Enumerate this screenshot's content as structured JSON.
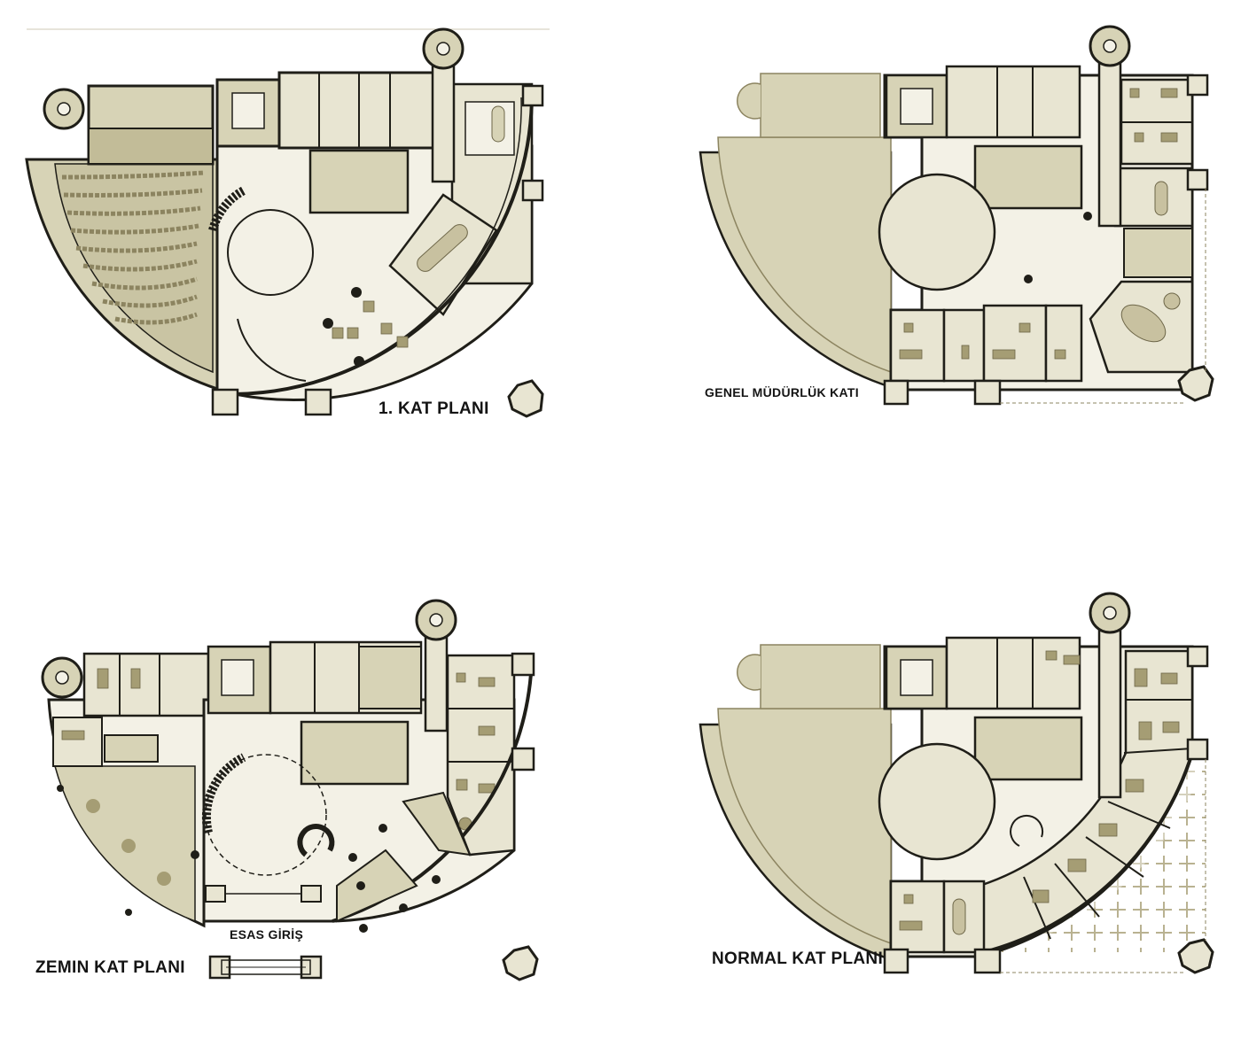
{
  "plans": [
    {
      "id": "first_floor",
      "label": "1.  KAT PLANI"
    },
    {
      "id": "general_management_floor",
      "label": "GENEL MÜDÜRLÜK KATI"
    },
    {
      "id": "ground_floor",
      "label": "ZEMIN  KAT PLANI",
      "entrance_label": "ESAS GİRİŞ"
    },
    {
      "id": "normal_floor",
      "label": "NORMAL  KAT PLANI"
    }
  ],
  "colors": {
    "fill_light": "#f3f1e6",
    "fill_mid": "#d7d3b6",
    "fill_dark": "#b8b290",
    "furniture": "#a59d74",
    "wall": "#1f1e18",
    "background": "#ffffff"
  }
}
